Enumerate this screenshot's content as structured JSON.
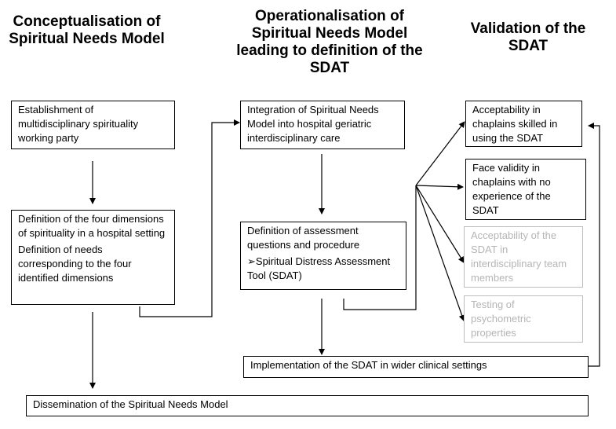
{
  "headings": {
    "col1": "Conceptualisation of Spiritual Needs Model",
    "col2": "Operationalisation of Spiritual Needs Model leading to definition of the SDAT",
    "col3": "Validation of the SDAT"
  },
  "boxes": {
    "establishment": "Establishment of multidisciplinary spirituality working party",
    "definition_dims": "Definition of the four dimensions of spirituality in a hospital setting",
    "definition_needs": "Definition of needs corresponding to the four identified dimensions",
    "integration": "Integration of Spiritual Needs Model  into hospital geriatric interdisciplinary care",
    "assessment_def": "Definition of assessment questions and procedure",
    "sdat_item": "➢Spiritual Distress Assessment  Tool (SDAT)",
    "acceptability_chaplains": "Acceptability in chaplains skilled in using the SDAT",
    "face_validity": "Face validity in chaplains with no experience of the SDAT",
    "acceptability_team": "Acceptability of the SDAT in interdisciplinary team members",
    "psychometric": "Testing of psychometric properties",
    "implementation": "Implementation of the SDAT in wider clinical settings",
    "dissemination": "Dissemination of the Spiritual Needs Model"
  }
}
